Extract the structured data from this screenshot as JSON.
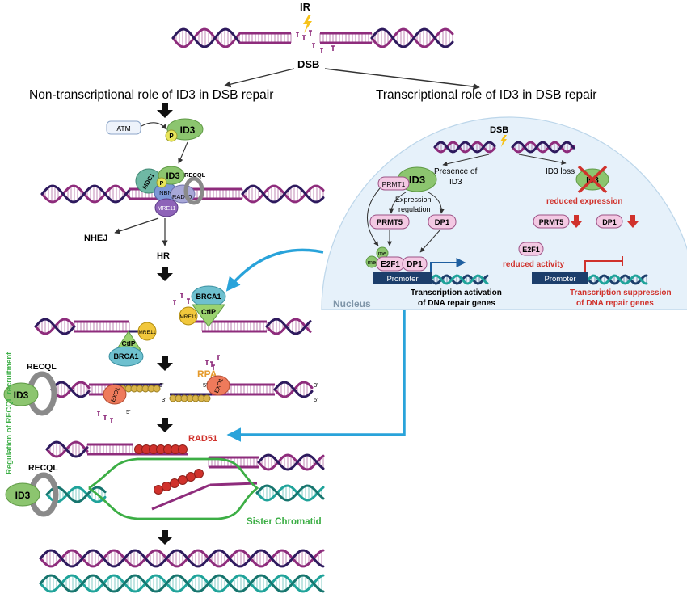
{
  "top": {
    "ir": "IR",
    "dsb": "DSB"
  },
  "headings": {
    "left": "Non-transcriptional role of ID3 in DSB repair",
    "right": "Transcriptional role of ID3 in DSB repair"
  },
  "left": {
    "atm": "ATM",
    "p": "P",
    "id3": "ID3",
    "mdc1": "MDC1",
    "recql": "RECQL",
    "nbn": "NBN",
    "rad50": "RAD50",
    "mre11": "MRE11",
    "nhej": "NHEJ",
    "hr": "HR",
    "brca1": "BRCA1",
    "ctip": "CtIP",
    "rpa": "RPA",
    "exo1": "EXO1",
    "three_prime": "3'",
    "five_prime": "5'",
    "rad51": "RAD51",
    "regulation": "Regulation of RECQL recruitment",
    "sister": "Sister Chromatid"
  },
  "nucleus": {
    "label": "Nucleus",
    "dsb": "DSB",
    "presence_of_id3": [
      "Presence of",
      "ID3"
    ],
    "id3_loss": "ID3 loss",
    "id3": "ID3",
    "prmt1": "PRMT1",
    "expression_regulation": [
      "Expression",
      "regulation"
    ],
    "prmt5": "PRMT5",
    "dp1": "DP1",
    "me": "me",
    "e2f1": "E2F1",
    "promoter": "Promoter",
    "activation": [
      "Transcription activation",
      "of DNA repair genes"
    ],
    "reduced_expression": "reduced expression",
    "reduced_activity": "reduced activity",
    "suppression": [
      "Transcription suppression",
      "of DNA repair genes"
    ]
  },
  "colors": {
    "dna_purple": "#8e2c7c",
    "dna_navy": "#2e1a5e",
    "dna_teal": "#1fa39a",
    "id3_green": "#8cc56f",
    "pink": "#f3c9e3",
    "nucleus": "#e6f1fa",
    "arrow_blue": "#29a3da",
    "red_text": "#d0322c",
    "sister_green": "#3cae45"
  }
}
